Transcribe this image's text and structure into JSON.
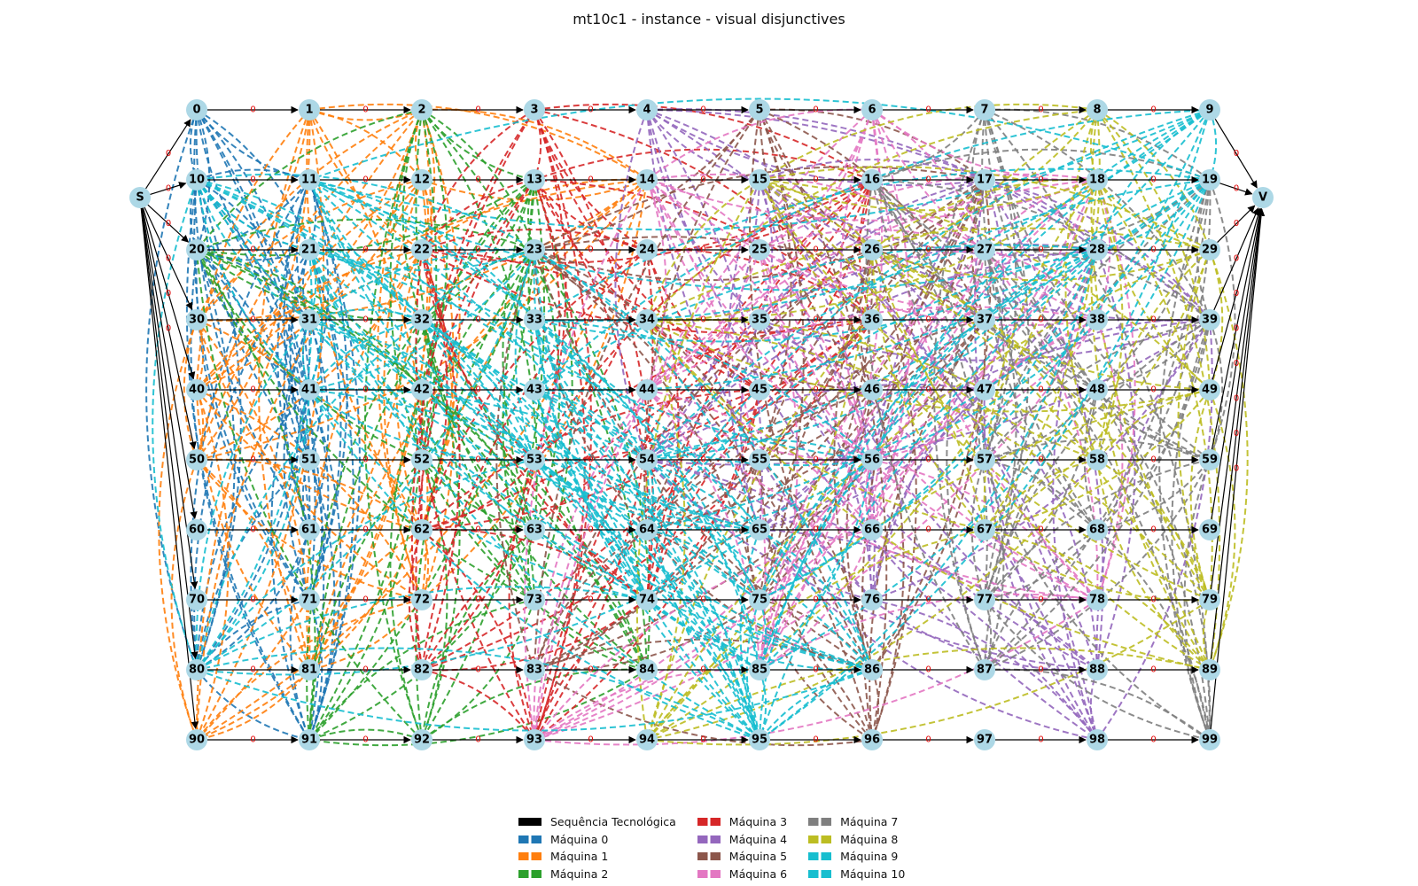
{
  "title": "mt10c1 - instance - visual disjunctives",
  "source_label": "S",
  "sink_label": "V",
  "arc_weight_label": "0",
  "grid": {
    "rows": 10,
    "cols": 10
  },
  "node_color": "#add8e6",
  "tech_color": "#000000",
  "weight_color": "#e00000",
  "legend": [
    {
      "label": "Sequência Tecnológica",
      "color": "#000000",
      "style": "solid"
    },
    {
      "label": "Máquina 0",
      "color": "#1f77b4",
      "style": "dashed"
    },
    {
      "label": "Máquina 1",
      "color": "#ff7f0e",
      "style": "dashed"
    },
    {
      "label": "Máquina 2",
      "color": "#2ca02c",
      "style": "dashed"
    },
    {
      "label": "Máquina 3",
      "color": "#d62728",
      "style": "dashed"
    },
    {
      "label": "Máquina 4",
      "color": "#9467bd",
      "style": "dashed"
    },
    {
      "label": "Máquina 5",
      "color": "#8c564b",
      "style": "dashed"
    },
    {
      "label": "Máquina 6",
      "color": "#e377c2",
      "style": "dashed"
    },
    {
      "label": "Máquina 7",
      "color": "#7f7f7f",
      "style": "dashed"
    },
    {
      "label": "Máquina 8",
      "color": "#bcbd22",
      "style": "dashed"
    },
    {
      "label": "Máquina 9",
      "color": "#17becf",
      "style": "dashed"
    },
    {
      "label": "Máquina 10",
      "color": "#17becf",
      "style": "dashed"
    }
  ],
  "machine_colors": [
    "#1f77b4",
    "#ff7f0e",
    "#2ca02c",
    "#d62728",
    "#9467bd",
    "#8c564b",
    "#e377c2",
    "#7f7f7f",
    "#bcbd22",
    "#17becf",
    "#17becf"
  ],
  "disjunctive_groups": [
    [
      0,
      10,
      21,
      31,
      41,
      61,
      71,
      80,
      91,
      51,
      20,
      11
    ],
    [
      1,
      12,
      22,
      30,
      40,
      50,
      62,
      72,
      81,
      90,
      2,
      14
    ],
    [
      2,
      13,
      23,
      32,
      42,
      52,
      63,
      73,
      84,
      92,
      91,
      20
    ],
    [
      3,
      16,
      24,
      36,
      45,
      53,
      62,
      74,
      82,
      93,
      22,
      13
    ],
    [
      4,
      15,
      28,
      35,
      47,
      54,
      65,
      76,
      88,
      98,
      39,
      17
    ],
    [
      5,
      17,
      26,
      37,
      46,
      55,
      64,
      75,
      86,
      96,
      83,
      23
    ],
    [
      6,
      18,
      25,
      38,
      44,
      56,
      66,
      78,
      85,
      93,
      27,
      14
    ],
    [
      7,
      19,
      27,
      39,
      48,
      57,
      68,
      77,
      87,
      99,
      59,
      16
    ],
    [
      8,
      18,
      29,
      34,
      49,
      58,
      67,
      79,
      89,
      94,
      26,
      15
    ],
    [
      9,
      19,
      28,
      33,
      43,
      54,
      64,
      75,
      85,
      95,
      56,
      11
    ],
    [
      10,
      21,
      32,
      41,
      53,
      65,
      74,
      86,
      95,
      80,
      23,
      31
    ]
  ]
}
